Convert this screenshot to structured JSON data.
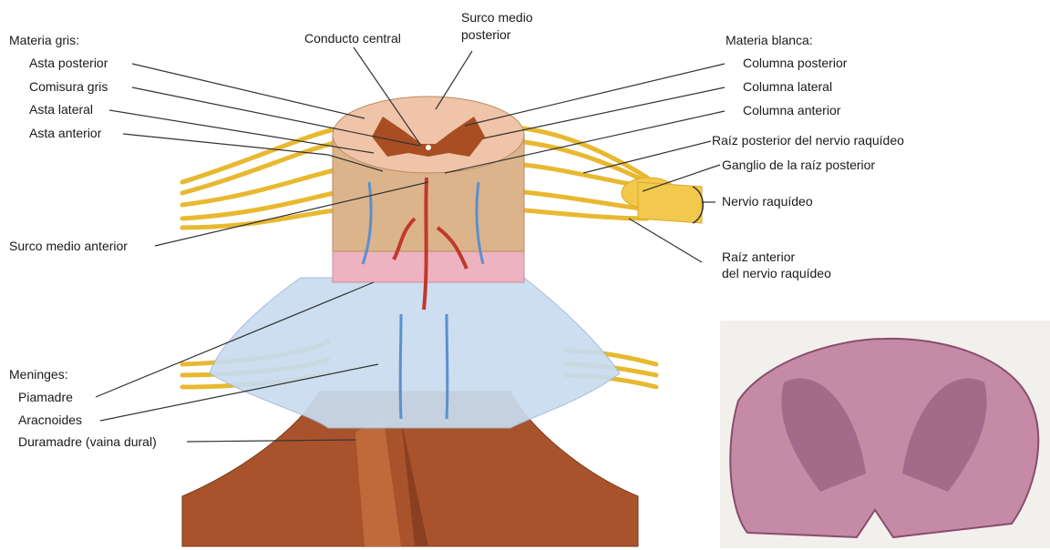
{
  "gray_matter": {
    "heading": "Materia gris:",
    "dorsal_horn": "Asta posterior",
    "gray_commissure": "Comisura gris",
    "lateral_horn": "Asta lateral",
    "ventral_horn": "Asta anterior"
  },
  "central_canal": "Conducto central",
  "posterior_median_sulcus": [
    "Surco medio",
    "posterior"
  ],
  "white_matter": {
    "heading": "Materia blanca:",
    "posterior_column": "Columna posterior",
    "lateral_column": "Columna lateral",
    "anterior_column": "Columna anterior"
  },
  "nerve_labels": {
    "dorsal_root": "Raíz posterior del nervio raquídeo",
    "dorsal_root_ganglion": "Ganglio de la raíz posterior",
    "spinal_nerve": "Nervio raquídeo",
    "ventral_root": [
      "Raíz anterior",
      "del nervio raquídeo"
    ]
  },
  "anterior_median_fissure": "Surco medio anterior",
  "meninges": {
    "heading": "Meninges:",
    "pia_mater": "Piamadre",
    "arachnoid": "Aracnoides",
    "dura_mater": "Duramadre (vaina dural)"
  },
  "colors": {
    "nerve": "#f2c94c",
    "gray_matter": "#a84e22",
    "white_matter": "#f0c4a8",
    "pia": "#eeb3c0",
    "arachnoid": "#c8dcef",
    "dura": "#a9532c",
    "micrograph": "#b87b9a"
  }
}
